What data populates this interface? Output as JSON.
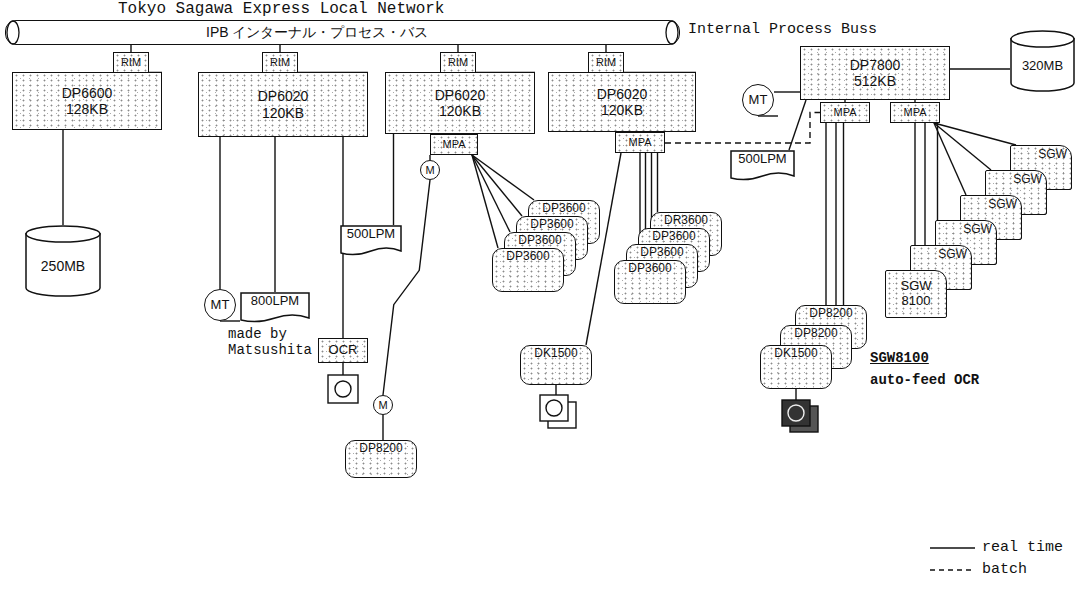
{
  "diagram": {
    "title": "Tokyo Sagawa Express Local Network",
    "nodes": [
      {
        "text": [
          "IPB インターナル・プロセス・バス"
        ]
      },
      {
        "text": [
          "RIM"
        ]
      },
      {
        "text": [
          "DP6600 128KB"
        ]
      },
      {
        "text": [
          "250MB"
        ]
      },
      {
        "text": [
          "RIM"
        ]
      },
      {
        "text": [
          "DP6020 120KB"
        ]
      },
      {
        "text": [
          "MT"
        ]
      },
      {
        "text": [
          "800LPM"
        ]
      },
      {
        "text": [
          "OCR"
        ]
      },
      {
        "text": [
          "RIM"
        ]
      },
      {
        "text": [
          "DP6020 120KB"
        ]
      },
      {
        "text": [
          "MPA"
        ]
      },
      {
        "text": [
          "500LPM"
        ]
      },
      {
        "text": [
          "M"
        ]
      },
      {
        "text": [
          "DP3600"
        ]
      },
      {
        "text": [
          "DP3600"
        ]
      },
      {
        "text": [
          "DP3600"
        ]
      },
      {
        "text": [
          "DP3600"
        ]
      },
      {
        "text": [
          "M"
        ]
      },
      {
        "text": [
          "DP8200"
        ]
      },
      {
        "text": [
          "RIM"
        ]
      },
      {
        "text": [
          "DP6020 120KB"
        ]
      },
      {
        "text": [
          "MPA"
        ]
      },
      {
        "text": [
          "DR3600"
        ]
      },
      {
        "text": [
          "DP3600"
        ]
      },
      {
        "text": [
          "DP3600"
        ]
      },
      {
        "text": [
          "DP3600"
        ]
      },
      {
        "text": [
          "DK1500"
        ]
      },
      {
        "text": [
          "DP7800 512KB"
        ]
      },
      {
        "text": [
          "320MB"
        ]
      },
      {
        "text": [
          "MT"
        ]
      },
      {
        "text": [
          "500LPM"
        ]
      },
      {
        "text": [
          "MPA"
        ]
      },
      {
        "text": [
          "MPA"
        ]
      },
      {
        "text": [
          "DP8200"
        ]
      },
      {
        "text": [
          "DP8200"
        ]
      },
      {
        "text": [
          "DK1500"
        ]
      },
      {
        "text": [
          "SGW"
        ]
      },
      {
        "text": [
          "SGW"
        ]
      },
      {
        "text": [
          "SGW"
        ]
      },
      {
        "text": [
          "SGW"
        ]
      },
      {
        "text": [
          "SGW"
        ]
      },
      {
        "text": [
          "SGW 8100"
        ]
      }
    ],
    "edges": [
      {
        "from": 0,
        "to": 1,
        "arrow": "none"
      },
      {
        "from": 0,
        "to": 4,
        "arrow": "none"
      },
      {
        "from": 0,
        "to": 9,
        "arrow": "none"
      },
      {
        "from": 0,
        "to": 20,
        "arrow": "none"
      },
      {
        "from": 1,
        "to": 2,
        "arrow": "none"
      },
      {
        "from": 4,
        "to": 5,
        "arrow": "none"
      },
      {
        "from": 9,
        "to": 10,
        "arrow": "none"
      },
      {
        "from": 20,
        "to": 21,
        "arrow": "none"
      },
      {
        "from": 2,
        "to": 3,
        "arrow": "none"
      },
      {
        "from": 5,
        "to": 6,
        "arrow": "none"
      },
      {
        "from": 5,
        "to": 7,
        "arrow": "none"
      },
      {
        "from": 5,
        "to": 8,
        "arrow": "none"
      },
      {
        "from": 10,
        "to": 11,
        "arrow": "none"
      },
      {
        "from": 10,
        "to": 12,
        "arrow": "none"
      },
      {
        "from": 11,
        "to": 13,
        "arrow": "none"
      },
      {
        "from": 13,
        "to": 18,
        "arrow": "none"
      },
      {
        "from": 18,
        "to": 19,
        "arrow": "none"
      },
      {
        "from": 11,
        "to": 14,
        "arrow": "none"
      },
      {
        "from": 11,
        "to": 15,
        "arrow": "none"
      },
      {
        "from": 11,
        "to": 16,
        "arrow": "none"
      },
      {
        "from": 11,
        "to": 17,
        "arrow": "none"
      },
      {
        "from": 21,
        "to": 22,
        "arrow": "none"
      },
      {
        "from": 22,
        "to": 23,
        "arrow": "none"
      },
      {
        "from": 22,
        "to": 24,
        "arrow": "none"
      },
      {
        "from": 22,
        "to": 25,
        "arrow": "none"
      },
      {
        "from": 22,
        "to": 26,
        "arrow": "none"
      },
      {
        "from": 22,
        "to": 27,
        "arrow": "none"
      },
      {
        "from": 22,
        "to": 32,
        "arrow": "none"
      },
      {
        "from": 28,
        "to": 29,
        "arrow": "none"
      },
      {
        "from": 28,
        "to": 30,
        "arrow": "none"
      },
      {
        "from": 28,
        "to": 31,
        "arrow": "none"
      },
      {
        "from": 28,
        "to": 32,
        "arrow": "none"
      },
      {
        "from": 28,
        "to": 33,
        "arrow": "none"
      },
      {
        "from": 32,
        "to": 34,
        "arrow": "none"
      },
      {
        "from": 32,
        "to": 35,
        "arrow": "none"
      },
      {
        "from": 32,
        "to": 36,
        "arrow": "none"
      },
      {
        "from": 33,
        "to": 37,
        "arrow": "none"
      },
      {
        "from": 33,
        "to": 38,
        "arrow": "none"
      },
      {
        "from": 33,
        "to": 39,
        "arrow": "none"
      },
      {
        "from": 33,
        "to": 40,
        "arrow": "none"
      },
      {
        "from": 33,
        "to": 41,
        "arrow": "none"
      },
      {
        "from": 33,
        "to": 42,
        "arrow": "none"
      }
    ],
    "labels": [
      "Internal Process Buss",
      "made by Matsushita",
      "SGW8100",
      "auto-feed OCR"
    ],
    "legend": [
      {
        "text": "real time"
      },
      {
        "text": "batch"
      }
    ]
  }
}
